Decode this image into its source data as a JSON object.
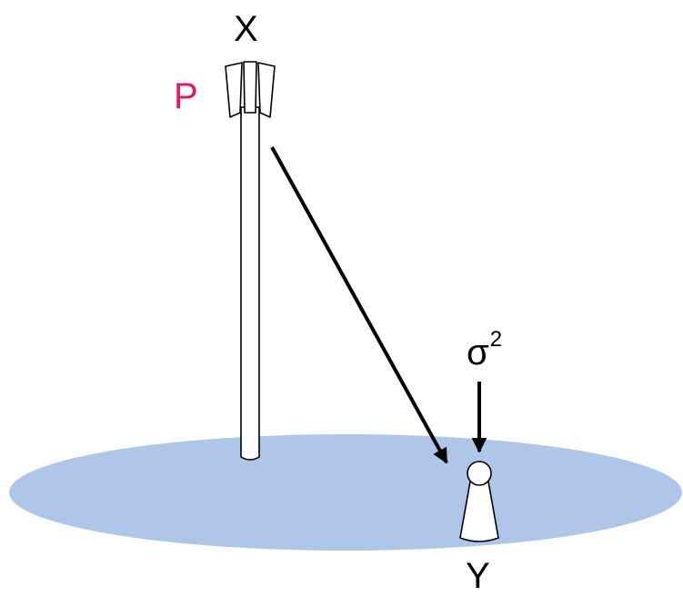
{
  "labels": {
    "transmitter": "X",
    "power": "P",
    "receiver": "Y",
    "noise_symbol": "σ",
    "noise_exponent": "2"
  },
  "colors": {
    "ground": "#afc6e8",
    "power_label": "#e6176f",
    "stroke": "#000000",
    "fill": "#ffffff"
  },
  "icons": {
    "transmitter": "antenna-tower-icon",
    "receiver": "user-pawn-icon"
  }
}
